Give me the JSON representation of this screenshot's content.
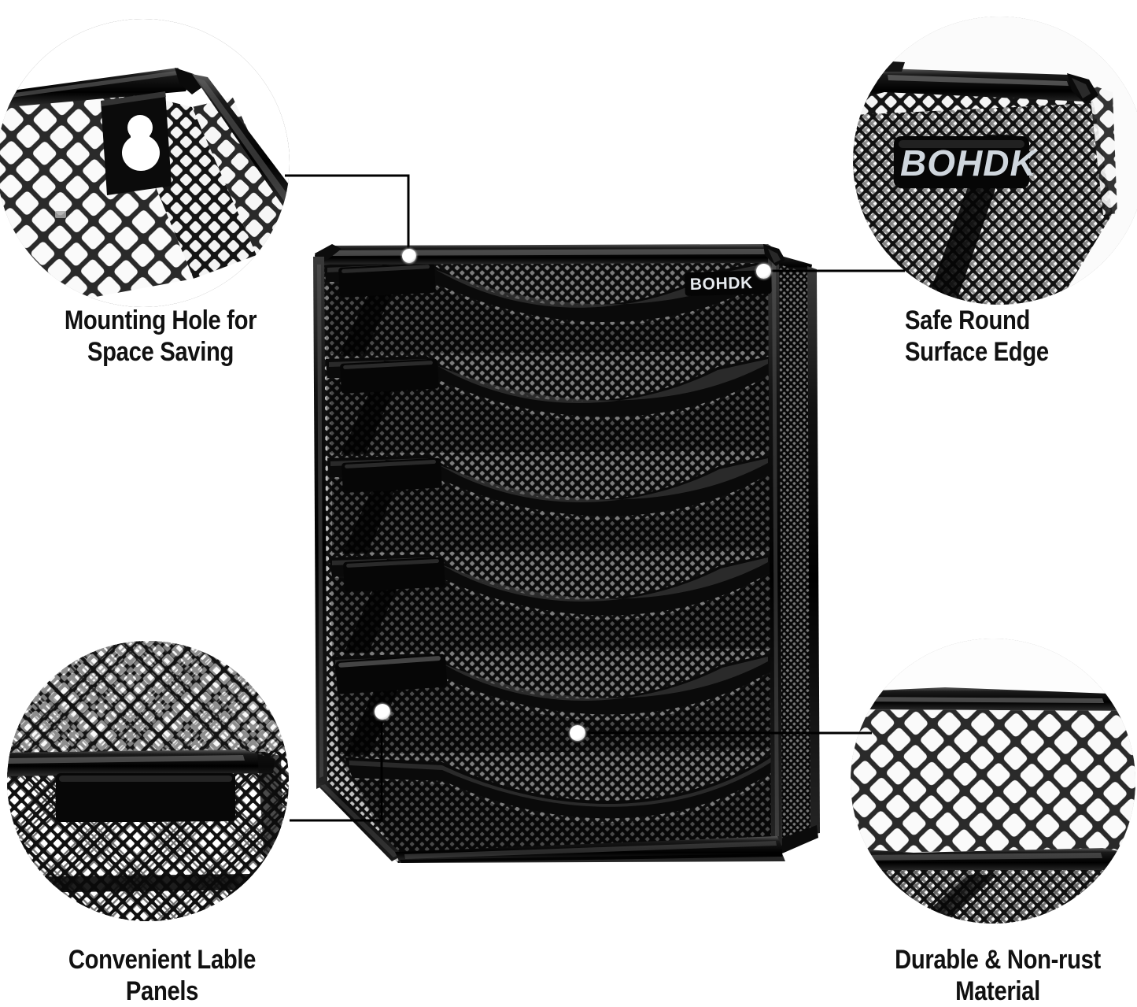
{
  "page": {
    "type": "product-infographic",
    "background_color": "#ffffff",
    "product_name": "Wall Mounted Mesh File Organizer",
    "brand": "BOHDK"
  },
  "callouts": [
    {
      "id": "mounting-hole",
      "position": "top-left",
      "caption": "Mounting Hole for\nSpace Saving",
      "detail_subject": "close-up of black mesh panel with keyhole-shaped mounting hole bracket",
      "connector": "elbow",
      "dot_label": "mounting-hole-marker"
    },
    {
      "id": "safe-round-edge",
      "position": "top-right",
      "caption": "Safe Round\nSurface Edge",
      "detail_subject": "close-up of rounded top corner edge with BOHDK brand label plate",
      "connector": "straight",
      "dot_label": "rounded-edge-marker"
    },
    {
      "id": "label-panels",
      "position": "bottom-left",
      "caption": "Convenient Lable\nPanels",
      "detail_subject": "close-up of black rectangular label panel on mesh pocket",
      "connector": "elbow",
      "dot_label": "label-panel-marker"
    },
    {
      "id": "durable-material",
      "position": "bottom-right",
      "caption": "Durable & Non-rust\nMaterial",
      "detail_subject": "close-up of diamond metal mesh weave material",
      "connector": "straight",
      "dot_label": "material-marker"
    }
  ],
  "product": {
    "brand_plate_text": "BOHDK",
    "pocket_count": 6,
    "label_tab_count": 5,
    "finish": "black powder-coated metal mesh",
    "colors": {
      "frame": "#101010",
      "mesh_dark": "#1a1a1a",
      "mesh_light": "#f2f2f2",
      "highlight": "#ffffff",
      "caption_text": "#111111",
      "connector_line": "#000000"
    }
  },
  "text_style": {
    "caption_weight": "bold",
    "caption_case": "title"
  }
}
